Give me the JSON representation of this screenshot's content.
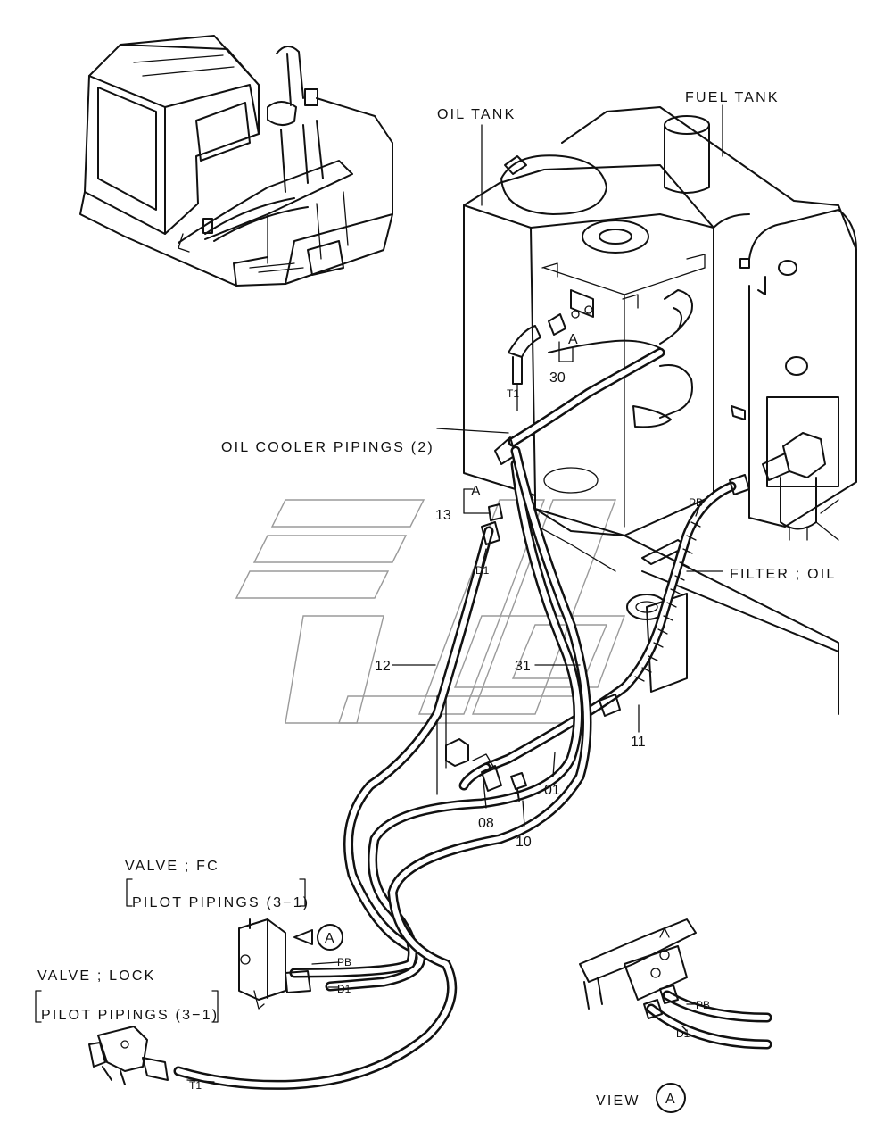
{
  "labels": {
    "oil_tank": "OIL  TANK",
    "fuel_tank": "FUEL  TANK",
    "oil_cooler": "OIL  COOLER  PIPINGS (2)",
    "filter_oil": "FILTER ; OIL",
    "valve_fc": "VALVE ; FC",
    "pilot_pipings_1": "PILOT PIPINGS (3−1)",
    "valve_lock": "VALVE ; LOCK",
    "pilot_pipings_2": "PILOT PIPINGS (3−1)",
    "view": "VIEW",
    "view_circle": "A"
  },
  "parts": {
    "p30": "30",
    "p13": "13",
    "p12": "12",
    "p31": "31",
    "p11": "11",
    "p01": "01",
    "p08": "08",
    "p10": "10"
  },
  "ports": {
    "t1_upper": "T1",
    "d1_upper": "D1",
    "pb_upper": "PB",
    "a_upper": "A",
    "a_13": "A",
    "pb_valve": "PB",
    "d1_valve": "D1",
    "a_callout": "A",
    "t1_lower": "T1",
    "pb_view": "PB",
    "d1_view": "D1"
  }
}
